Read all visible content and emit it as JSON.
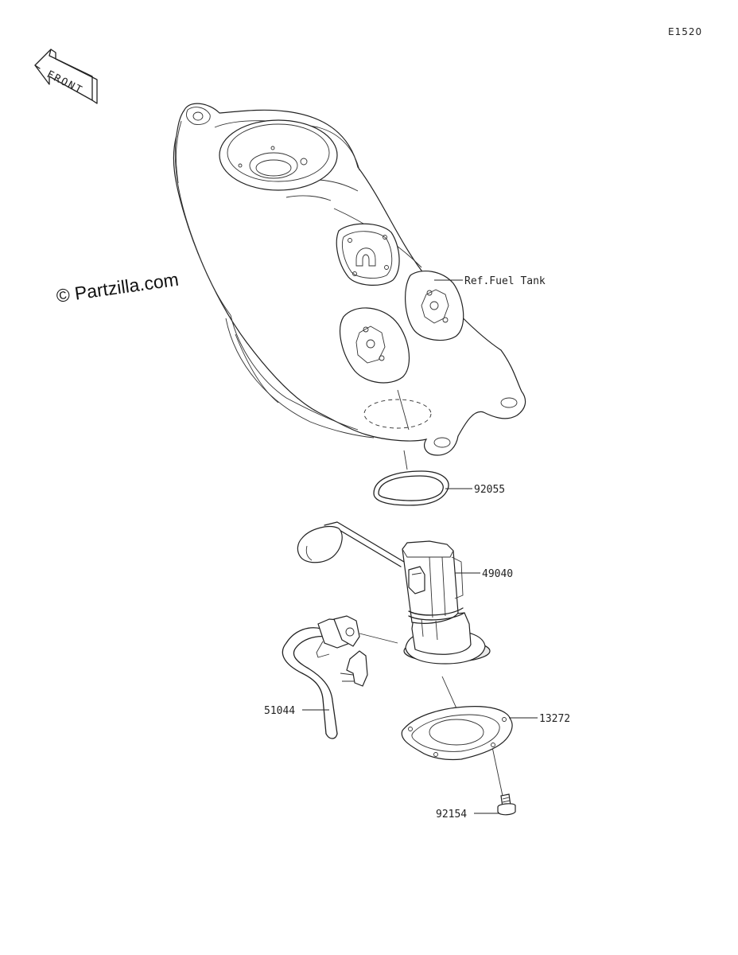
{
  "diagram": {
    "code": "E1520",
    "front_label": "FRONT",
    "watermark": "© Partzilla.com",
    "parts": [
      {
        "id": "ref-fuel-tank",
        "label": "Ref.Fuel Tank"
      },
      {
        "id": "92055",
        "label": "92055"
      },
      {
        "id": "49040",
        "label": "49040"
      },
      {
        "id": "51044",
        "label": "51044"
      },
      {
        "id": "13272",
        "label": "13272"
      },
      {
        "id": "92154",
        "label": "92154"
      }
    ]
  }
}
